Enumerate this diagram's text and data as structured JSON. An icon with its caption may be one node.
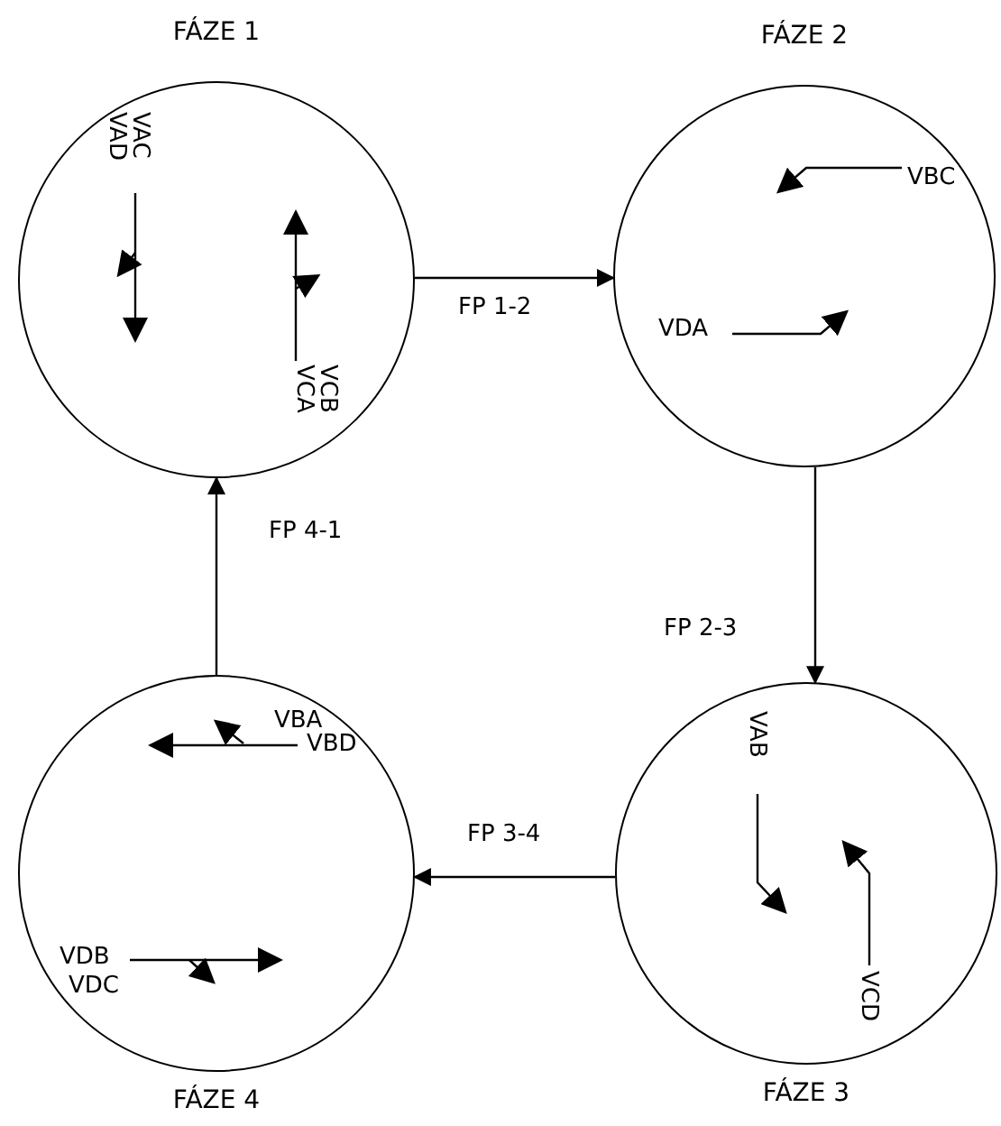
{
  "diagram": {
    "nodes": [
      {
        "text": [
          "FÁZE 1"
        ]
      },
      {
        "text": [
          "FÁZE 2"
        ]
      },
      {
        "text": [
          "FÁZE 3"
        ]
      },
      {
        "text": [
          "FÁZE 4"
        ]
      }
    ],
    "edges": [
      {
        "from": 0,
        "to": 1,
        "arrow": "to",
        "label": "FP 1-2"
      },
      {
        "from": 1,
        "to": 2,
        "arrow": "to",
        "label": "FP 2-3"
      },
      {
        "from": 2,
        "to": 3,
        "arrow": "to",
        "label": "FP 3-4"
      },
      {
        "from": 3,
        "to": 0,
        "arrow": "to",
        "label": "FP 4-1"
      }
    ],
    "labels": [
      "VAC",
      "VAD",
      "VCB",
      "VCA",
      "VBC",
      "VDA",
      "VAB",
      "VCD",
      "VBA",
      "VBD",
      "VDB",
      "VDC"
    ]
  }
}
